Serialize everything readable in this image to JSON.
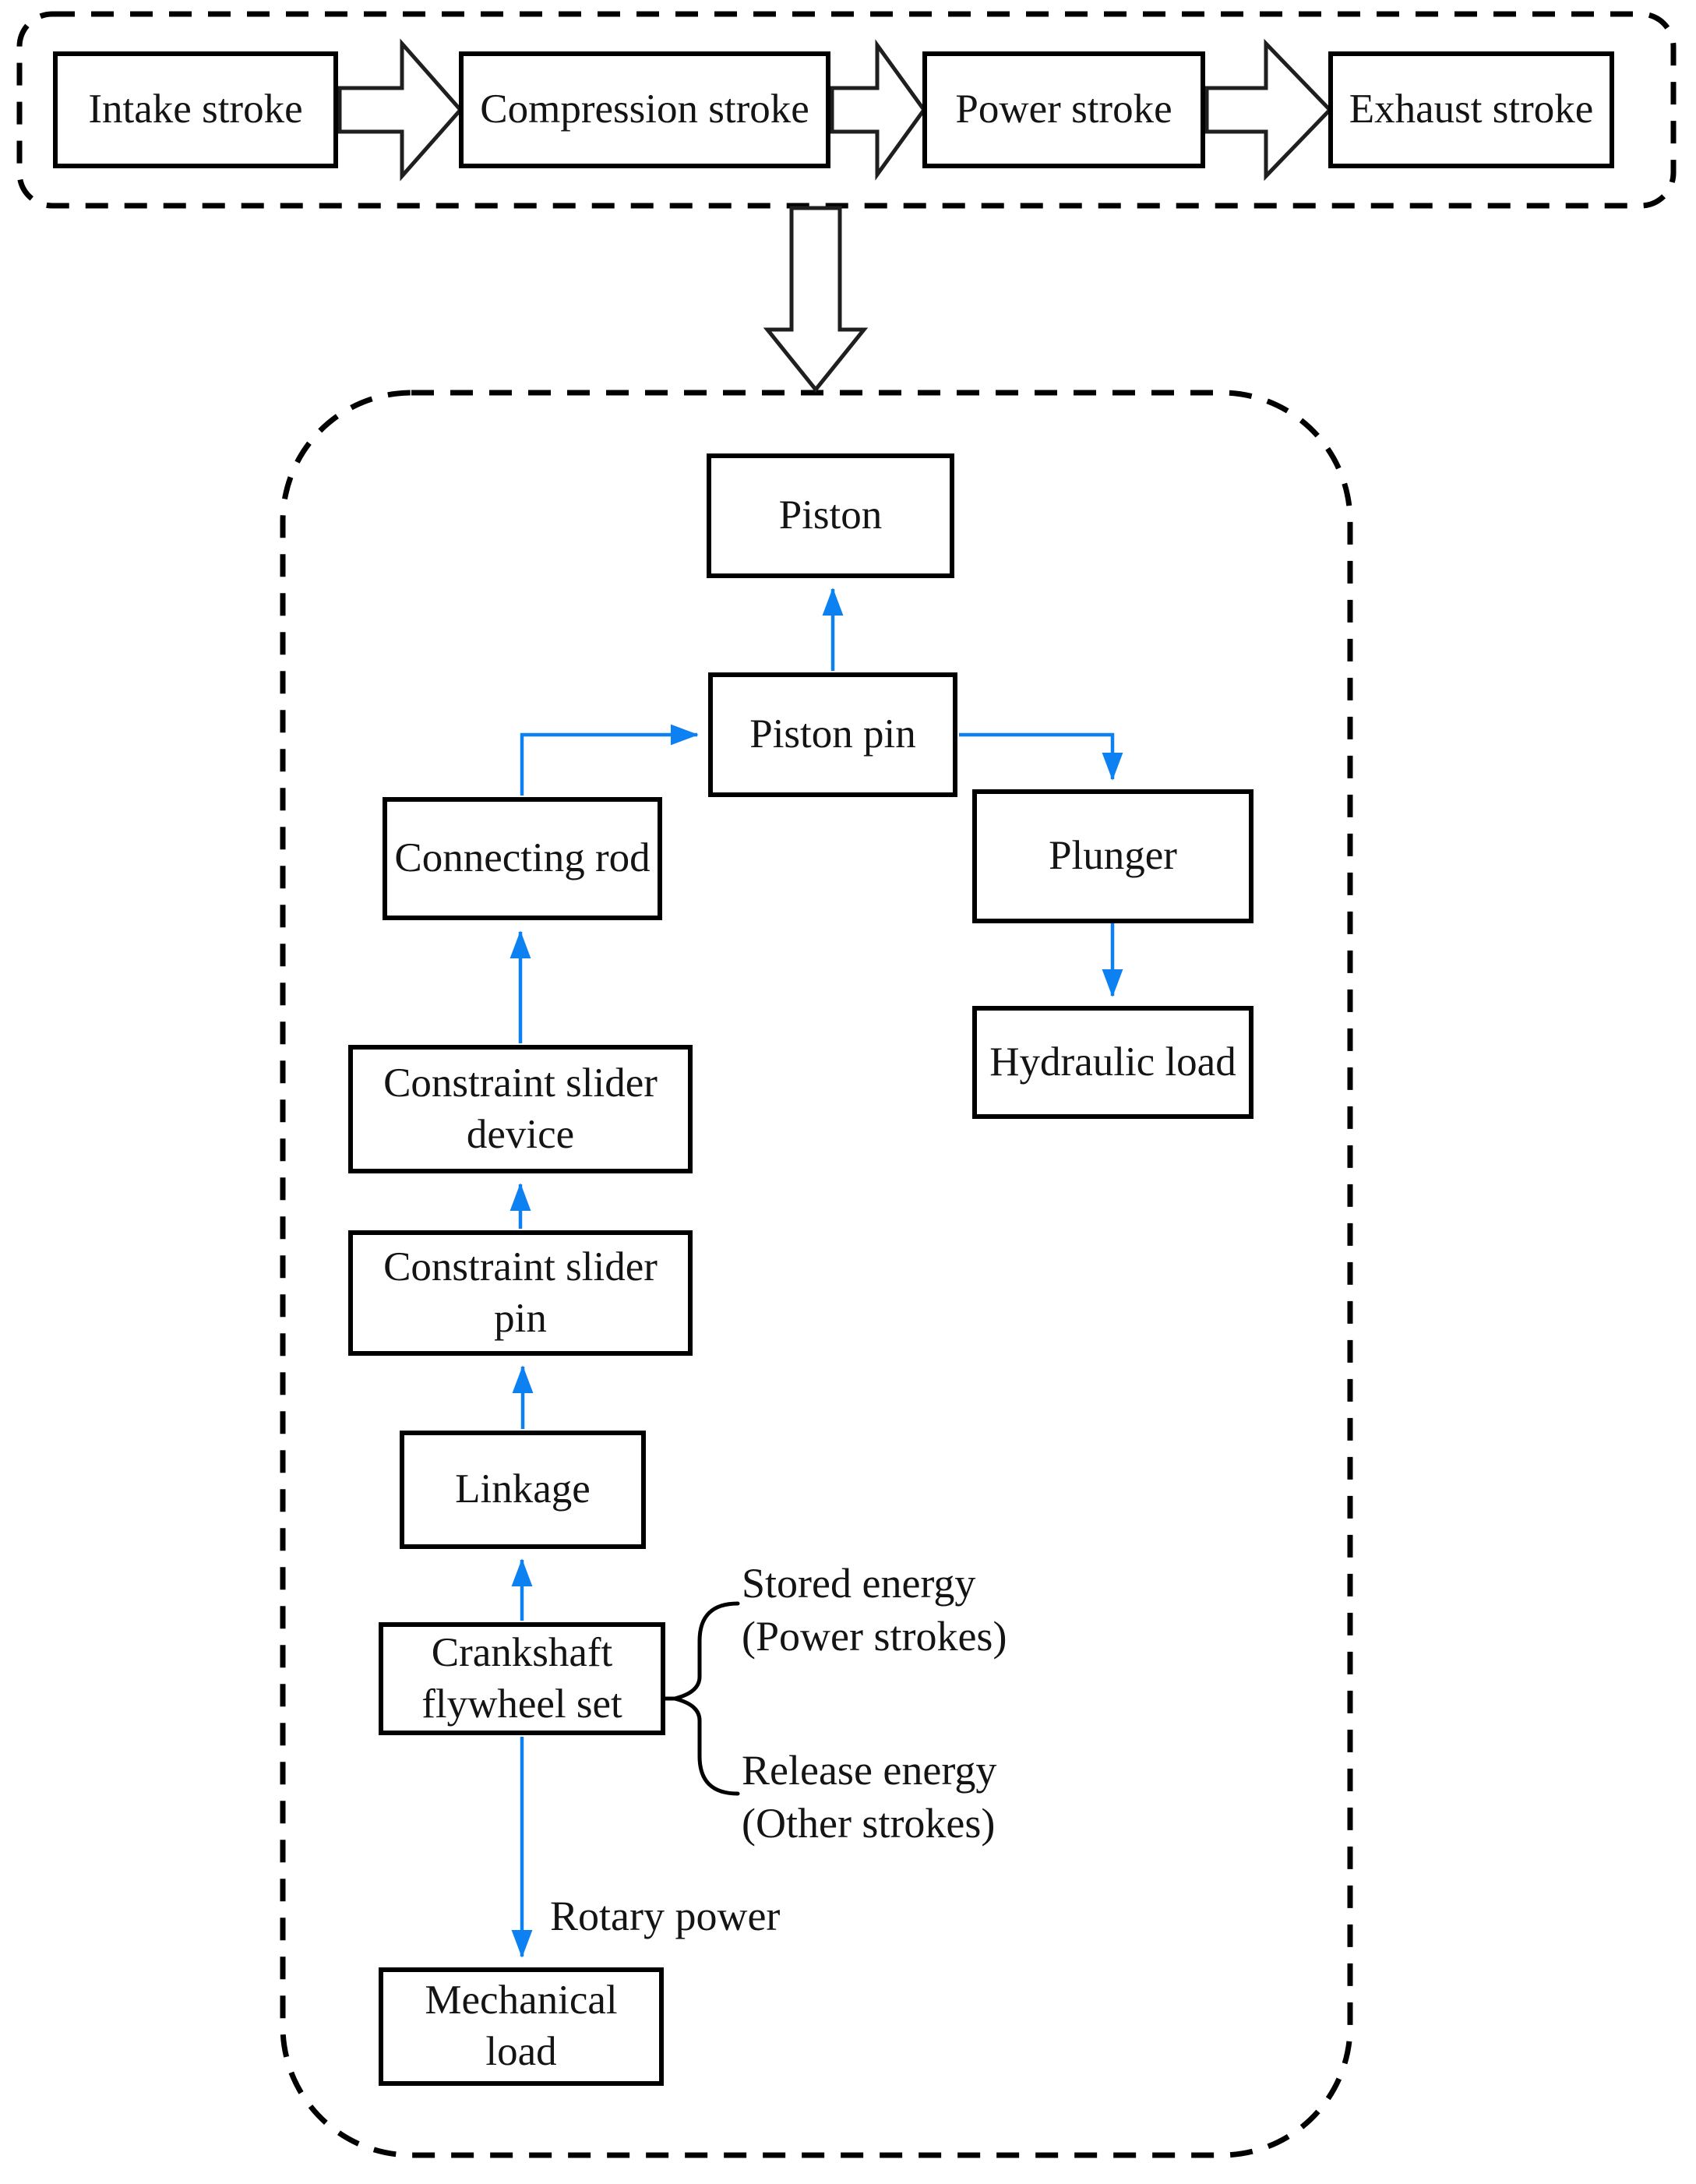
{
  "stroke_sequence": {
    "boxes": [
      {
        "label": "Intake stroke"
      },
      {
        "label": "Compression stroke"
      },
      {
        "label": "Power stroke"
      },
      {
        "label": "Exhaust stroke"
      }
    ]
  },
  "mechanism": {
    "nodes": {
      "piston": "Piston",
      "piston_pin": "Piston pin",
      "plunger": "Plunger",
      "hydraulic_load": "Hydraulic load",
      "connecting_rod": "Connecting rod",
      "constraint_slider_device": "Constraint slider device",
      "constraint_slider_pin": "Constraint slider pin",
      "linkage": "Linkage",
      "crankshaft_flywheel_set": "Crankshaft flywheel set",
      "mechanical_load": "Mechanical load"
    },
    "labels": {
      "rotary_power": "Rotary power",
      "stored_energy_line1": "Stored energy",
      "stored_energy_line2": "(Power strokes)",
      "release_energy_line1": "Release energy",
      "release_energy_line2": "(Other strokes)"
    }
  },
  "colors": {
    "arrow_blue": "#0d80f2",
    "line_black": "#000000"
  }
}
